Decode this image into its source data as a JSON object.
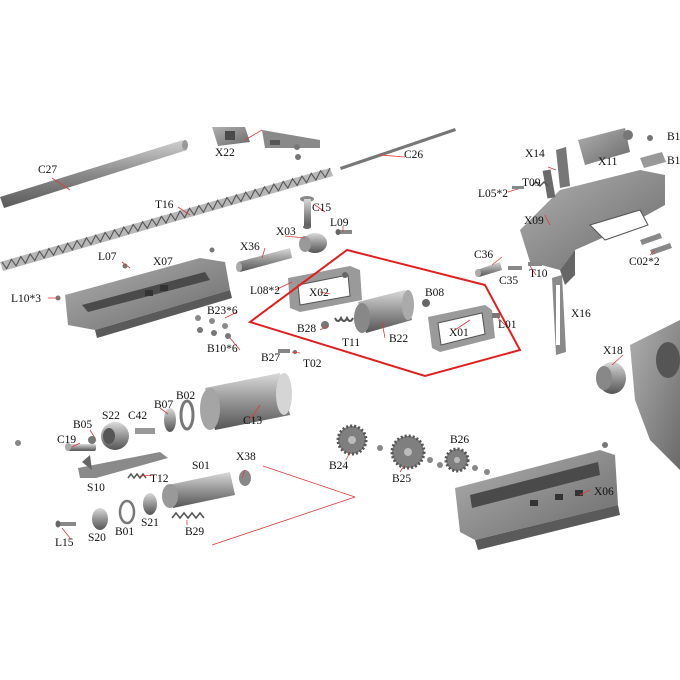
{
  "colors": {
    "part": "#7d7d7d",
    "part_light": "#b3b3b3",
    "part_dark": "#4a4a4a",
    "leader": "#e03a3a",
    "highlight_box": "#e02020",
    "text": "#111111"
  },
  "labels": {
    "c27": "C27",
    "x22": "X22",
    "c26": "C26",
    "c15": "C15",
    "l09": "L09",
    "t16": "T16",
    "x03": "X03",
    "x36": "X36",
    "l07": "L07",
    "x07": "X07",
    "l10": "L10*3",
    "l08": "L08*2",
    "x02": "X02",
    "b08": "B08",
    "b23": "B23*6",
    "b28": "B28",
    "t11": "T11",
    "b22": "B22",
    "x01": "X01",
    "l01": "L01",
    "b10": "B10*6",
    "b27": "B27",
    "t02": "T02",
    "x14": "X14",
    "x11": "X11",
    "b1a": "B1",
    "b1b": "B1",
    "l05": "L05*2",
    "t09": "T09",
    "x09": "X09",
    "c36": "C36",
    "t10": "T10",
    "c02": "C02*2",
    "c35": "C35",
    "x16": "X16",
    "x18": "X18",
    "b02": "B02",
    "b07": "B07",
    "s22": "S22",
    "c42": "C42",
    "b05": "B05",
    "c19": "C19",
    "c13": "C13",
    "b26": "B26",
    "b24": "B24",
    "b25": "B25",
    "t12": "T12",
    "s01": "S01",
    "x38": "X38",
    "s10": "S10",
    "x06": "X06",
    "l15": "L15",
    "s20": "S20",
    "b01": "B01",
    "s21": "S21",
    "b29": "B29"
  }
}
